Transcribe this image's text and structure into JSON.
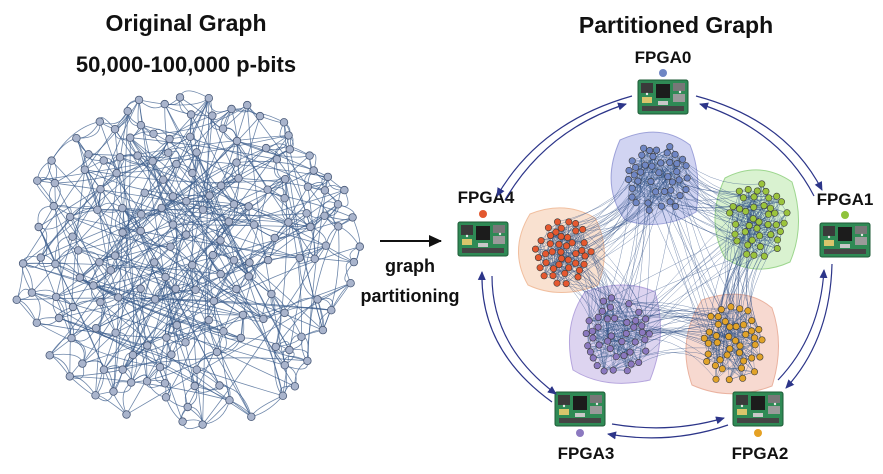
{
  "left_panel": {
    "title": "Original Graph",
    "subtitle": "50,000-100,000 p-bits",
    "node_color": "#a9b4cc",
    "edge_color": "#3e5f8e"
  },
  "middle": {
    "line1": "graph",
    "line2": "partitioning"
  },
  "right_panel": {
    "title": "Partitioned Graph",
    "arrow_color": "#2c3589",
    "fpgas": [
      {
        "label": "FPGA0",
        "color": "#6f86c4",
        "cluster_fill": "#c9cdf0",
        "node_color": "#6f86c4"
      },
      {
        "label": "FPGA1",
        "color": "#8fc33b",
        "cluster_fill": "#d3f0c8",
        "node_color": "#9bc43d"
      },
      {
        "label": "FPGA2",
        "color": "#e5a124",
        "cluster_fill": "#f6d3c8",
        "node_color": "#e1a329"
      },
      {
        "label": "FPGA3",
        "color": "#8c79c0",
        "cluster_fill": "#d8cdee",
        "node_color": "#8a78bf"
      },
      {
        "label": "FPGA4",
        "color": "#e3582f",
        "cluster_fill": "#f8dcc8",
        "node_color": "#e5582f"
      }
    ]
  }
}
